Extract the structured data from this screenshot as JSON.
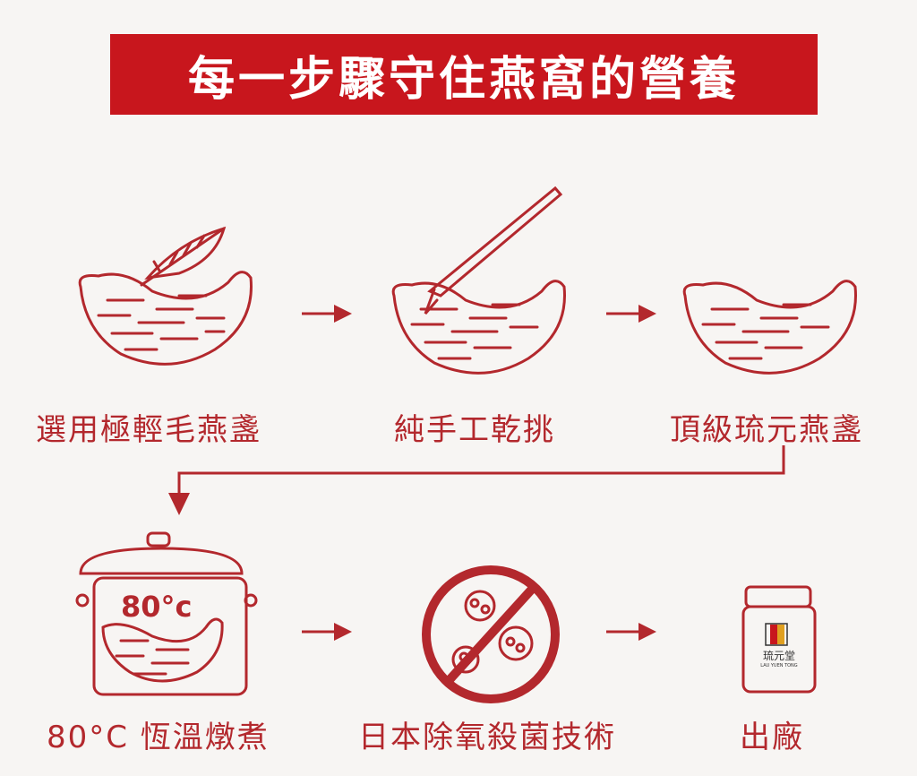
{
  "title": "每一步驟守住燕窩的營養",
  "steps": [
    {
      "label": "選用極輕毛燕盞",
      "icon": "nest-with-feather-icon"
    },
    {
      "label": "純手工乾挑",
      "icon": "nest-with-tweezers-icon"
    },
    {
      "label": "頂級琉元燕盞",
      "icon": "clean-nest-icon"
    },
    {
      "label": "80°C 恆溫燉煮",
      "icon": "stew-pot-icon",
      "pot_text": "80°c"
    },
    {
      "label": "日本除氧殺菌技術",
      "icon": "no-bacteria-icon"
    },
    {
      "label": "出廠",
      "icon": "bottle-icon",
      "bottle_text": "琉元堂",
      "bottle_subtext": "LAU YUEN TONG"
    }
  ],
  "colors": {
    "accent": "#c8161d",
    "line": "#b3282d",
    "background": "#f7f5f3"
  }
}
